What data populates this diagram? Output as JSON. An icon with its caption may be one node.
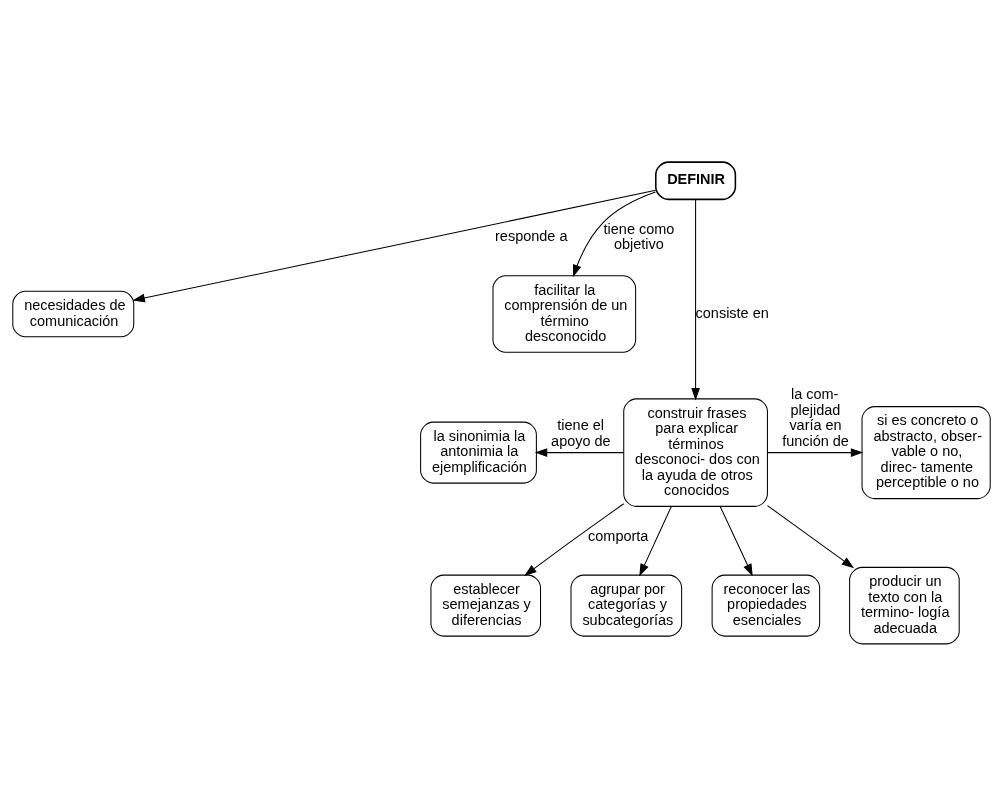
{
  "diagram": {
    "nodes": [
      {
        "text": [
          "DEFINIR"
        ]
      },
      {
        "text": [
          "necesidades de comunicación"
        ]
      },
      {
        "text": [
          "facilitar la comprensión de un término desconocido"
        ]
      },
      {
        "text": [
          "la sinonimia la antonimia la ejemplificación"
        ]
      },
      {
        "text": [
          "construir frases para explicar términos desconoci- dos con la ayuda de otros conocidos"
        ]
      },
      {
        "text": [
          "si es concreto o abstracto, obser- vable o no, direc- tamente perceptible o no"
        ]
      },
      {
        "text": [
          "establecer semejanzas y diferencias"
        ]
      },
      {
        "text": [
          "agrupar por categorías y subcategorías"
        ]
      },
      {
        "text": [
          "reconocer las propiedades esenciales"
        ]
      },
      {
        "text": [
          "producir un texto con la termino- logía adecuada"
        ]
      }
    ],
    "edges": [
      {
        "from": 0,
        "to": 1,
        "arrow": "to",
        "label": "responde a"
      },
      {
        "from": 0,
        "to": 4,
        "arrow": "to",
        "label": "consiste en"
      },
      {
        "from": 0,
        "to": 2,
        "arrow": "to",
        "label": "tiene como objetivo"
      },
      {
        "from": 4,
        "to": 3,
        "arrow": "to",
        "label": "tiene el apoyo de"
      },
      {
        "from": 4,
        "to": 5,
        "arrow": "to",
        "label": "la com- plejidad varía en función de"
      },
      {
        "from": 4,
        "to": 6,
        "arrow": "to",
        "label": "comporta"
      },
      {
        "from": 4,
        "to": 7,
        "arrow": "to"
      },
      {
        "from": 4,
        "to": 8,
        "arrow": "to"
      },
      {
        "from": 4,
        "to": 9,
        "arrow": "to"
      }
    ]
  }
}
